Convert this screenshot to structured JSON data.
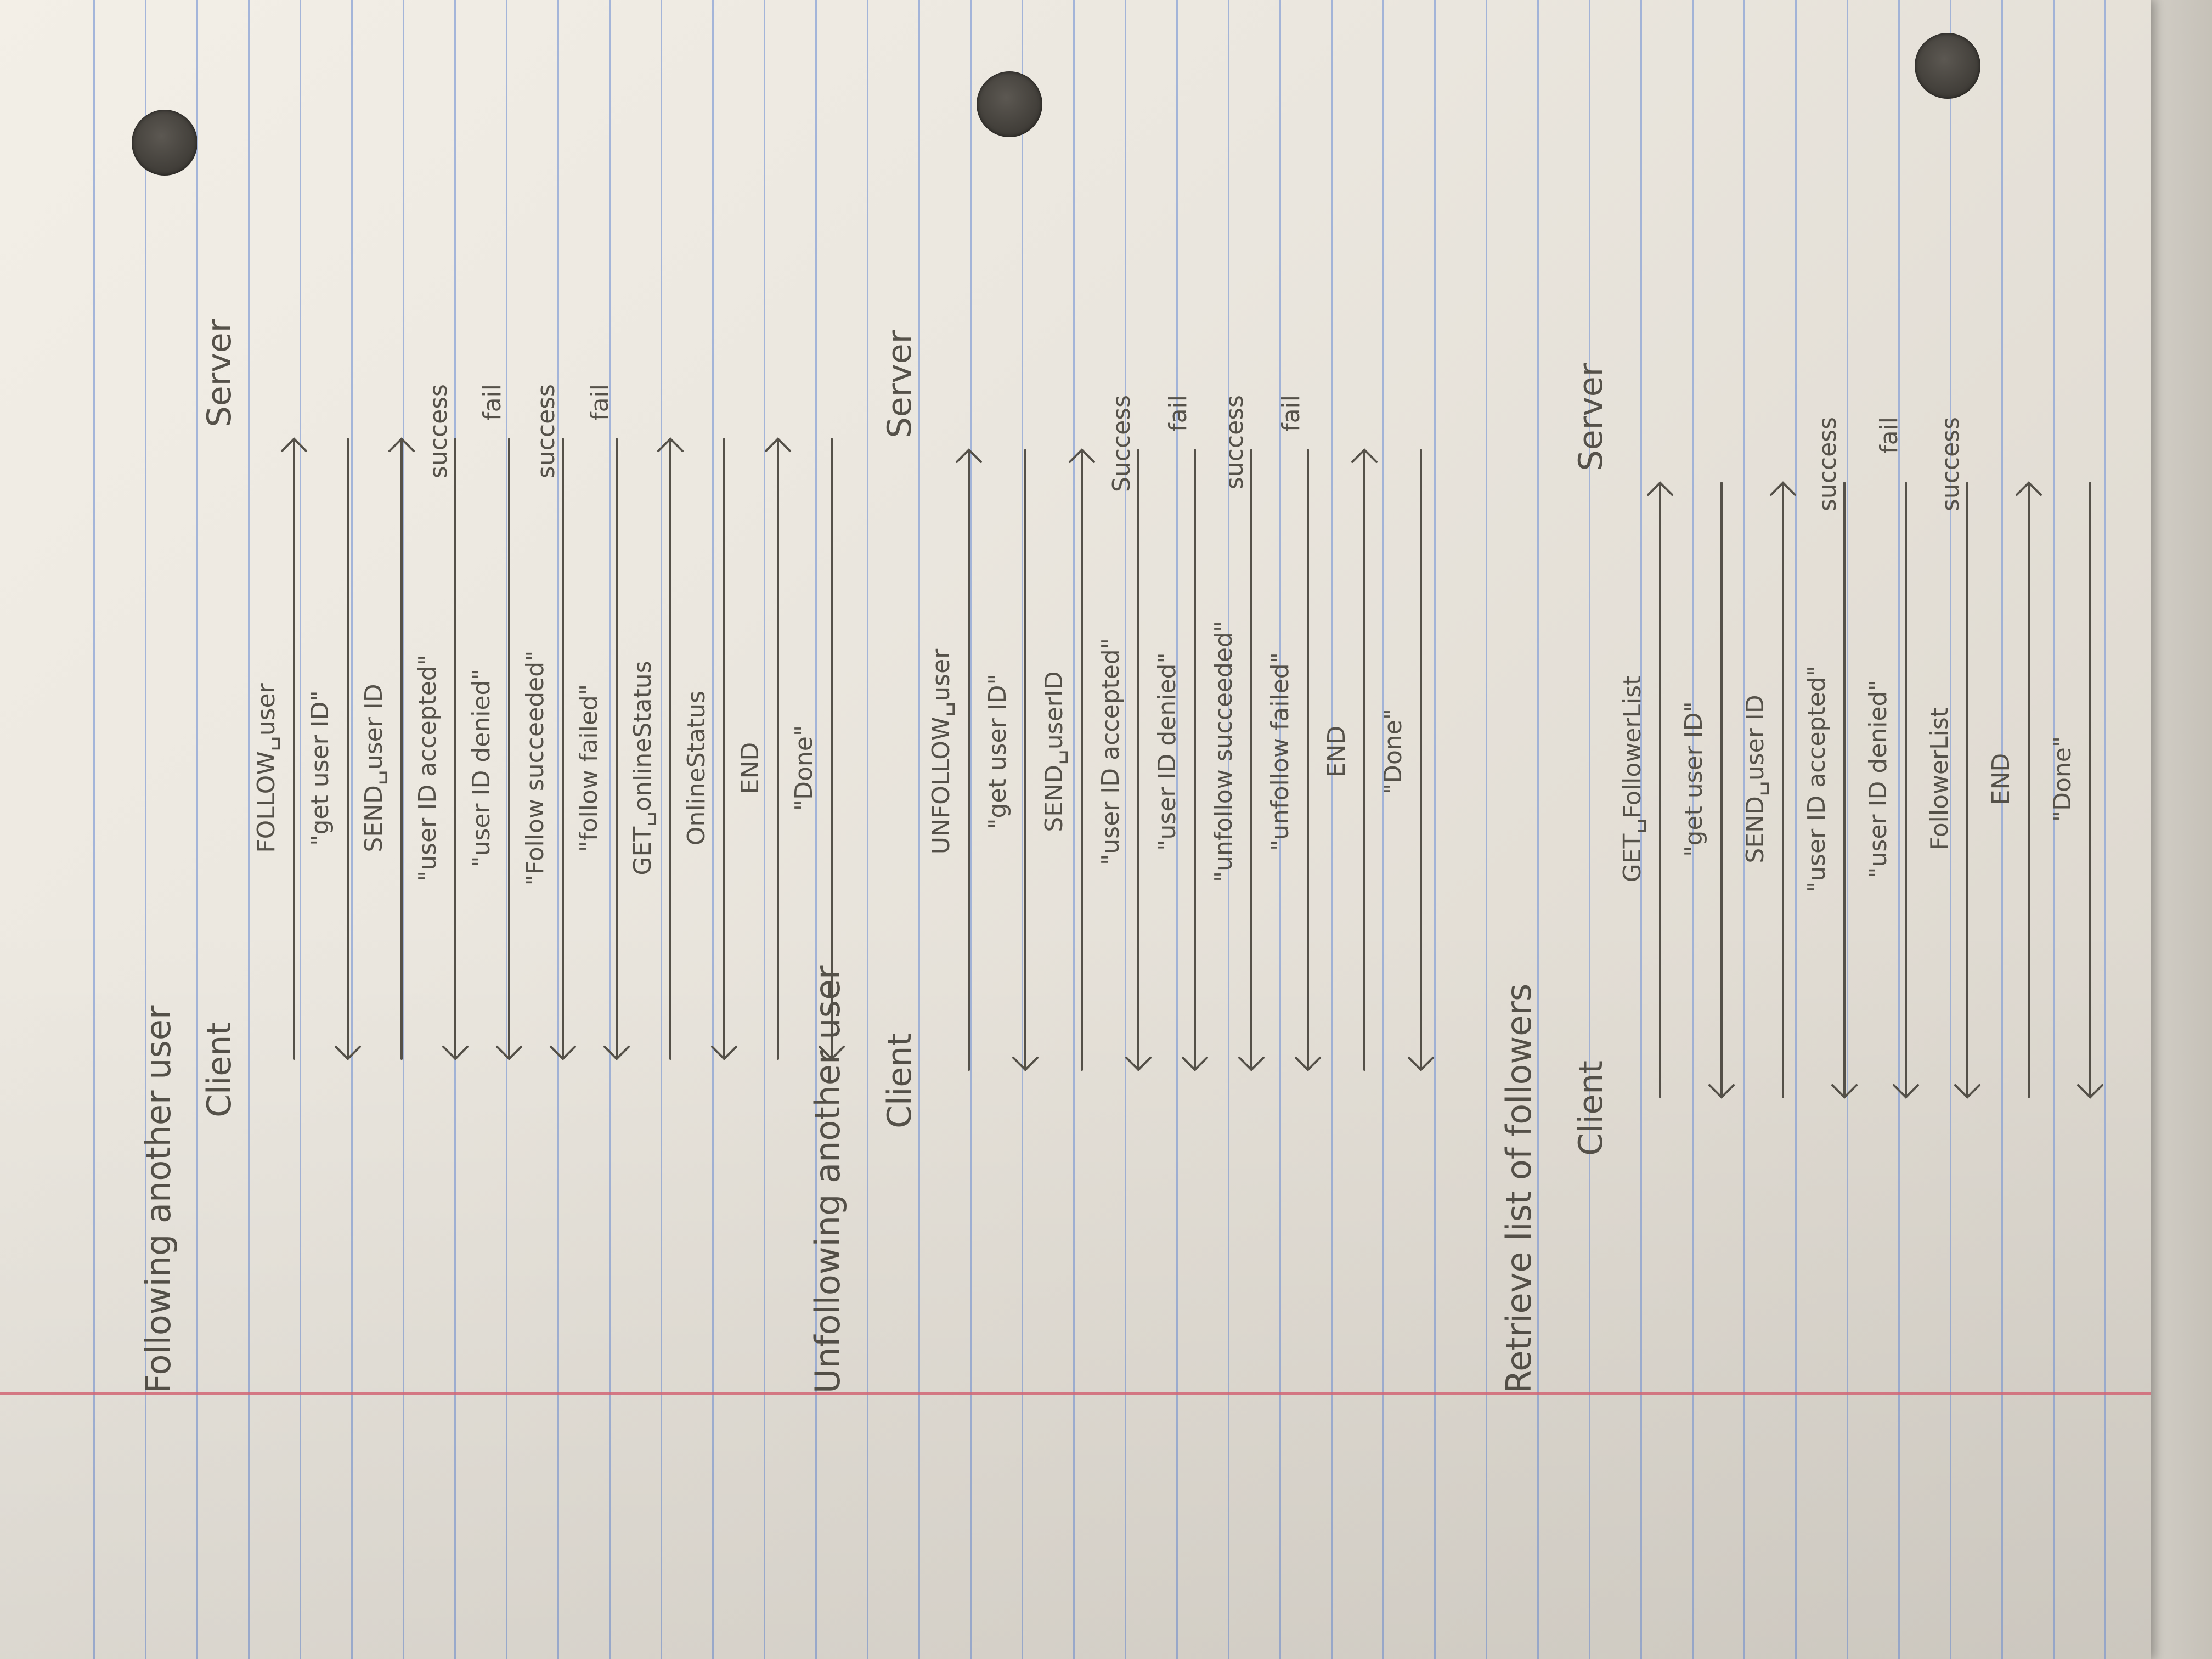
{
  "page": {
    "ink_color": "#555149",
    "rule_color": "#8ea5d6",
    "margin_color": "#d96a79",
    "paper_color": "#ece8e0"
  },
  "sections": [
    {
      "title": "Following another user",
      "client_label": "Client",
      "server_label": "Server",
      "messages": [
        {
          "text": "FOLLOW␣user",
          "direction": "to-server",
          "result": ""
        },
        {
          "text": "\"get user ID\"",
          "direction": "to-client",
          "result": ""
        },
        {
          "text": "SEND␣user ID",
          "direction": "to-server",
          "result": ""
        },
        {
          "text": "\"user ID accepted\"",
          "direction": "to-client",
          "result": "success"
        },
        {
          "text": "\"user ID denied\"",
          "direction": "to-client",
          "result": "fail"
        },
        {
          "text": "\"Follow succeeded\"",
          "direction": "to-client",
          "result": "success"
        },
        {
          "text": "\"follow failed\"",
          "direction": "to-client",
          "result": "fail"
        },
        {
          "text": "GET␣onlineStatus",
          "direction": "to-server",
          "result": ""
        },
        {
          "text": "OnlineStatus",
          "direction": "to-client",
          "result": ""
        },
        {
          "text": "END",
          "direction": "to-server",
          "result": ""
        },
        {
          "text": "\"Done\"",
          "direction": "to-client",
          "result": ""
        }
      ]
    },
    {
      "title": "Unfollowing another user",
      "client_label": "Client",
      "server_label": "Server",
      "messages": [
        {
          "text": "UNFOLLOW␣user",
          "direction": "to-server",
          "result": ""
        },
        {
          "text": "\"get user ID\"",
          "direction": "to-client",
          "result": ""
        },
        {
          "text": "SEND␣userID",
          "direction": "to-server",
          "result": ""
        },
        {
          "text": "\"user ID accepted\"",
          "direction": "to-client",
          "result": "Success"
        },
        {
          "text": "\"user ID denied\"",
          "direction": "to-client",
          "result": "fail"
        },
        {
          "text": "\"unfollow succeeded\"",
          "direction": "to-client",
          "result": "success"
        },
        {
          "text": "\"unfollow failed\"",
          "direction": "to-client",
          "result": "fail"
        },
        {
          "text": "END",
          "direction": "to-server",
          "result": ""
        },
        {
          "text": "\"Done\"",
          "direction": "to-client",
          "result": ""
        }
      ]
    },
    {
      "title": "Retrieve list of followers",
      "client_label": "Client",
      "server_label": "Server",
      "messages": [
        {
          "text": "GET␣FollowerList",
          "direction": "to-server",
          "result": ""
        },
        {
          "text": "\"get user ID\"",
          "direction": "to-client",
          "result": ""
        },
        {
          "text": "SEND␣user ID",
          "direction": "to-server",
          "result": ""
        },
        {
          "text": "\"user ID accepted\"",
          "direction": "to-client",
          "result": "success"
        },
        {
          "text": "\"user ID denied\"",
          "direction": "to-client",
          "result": "fail"
        },
        {
          "text": "FollowerList",
          "direction": "to-client",
          "result": "success"
        },
        {
          "text": "END",
          "direction": "to-server",
          "result": ""
        },
        {
          "text": "\"Done\"",
          "direction": "to-client",
          "result": ""
        }
      ]
    }
  ]
}
